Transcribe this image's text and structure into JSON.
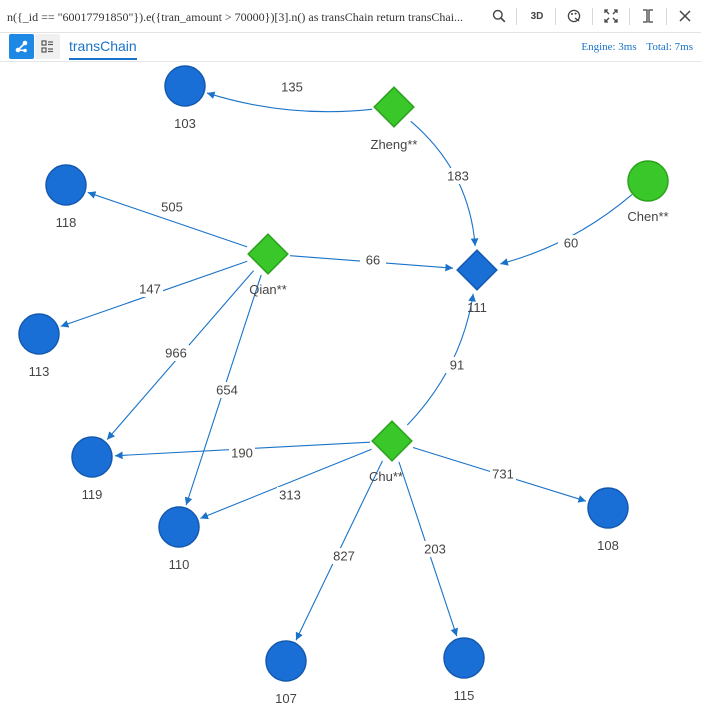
{
  "toolbar": {
    "query": "n({_id == \"60017791850\"}).e({tran_amount > 70000})[3].n() as transChain return transChai...",
    "tools": [
      {
        "icon": "search-icon"
      },
      {
        "icon": "3d-toggle",
        "label": "3D"
      },
      {
        "icon": "style-palette-icon"
      },
      {
        "icon": "fullscreen-icon"
      },
      {
        "icon": "collapse-panel-icon"
      },
      {
        "icon": "close-icon"
      }
    ]
  },
  "tabbar": {
    "tab_label": "transChain",
    "engine": "Engine: 3ms",
    "total": "Total: 7ms"
  },
  "graph": {
    "colors": {
      "account_node": "#1a6fd6",
      "person_node": "#3ac72a",
      "edge": "#1a73c8",
      "text": "#444444"
    },
    "nodes": [
      {
        "id": "103",
        "label": "103",
        "shape": "circle",
        "color": "#1a6fd6"
      },
      {
        "id": "118",
        "label": "118",
        "shape": "circle",
        "color": "#1a6fd6"
      },
      {
        "id": "113",
        "label": "113",
        "shape": "circle",
        "color": "#1a6fd6"
      },
      {
        "id": "119",
        "label": "119",
        "shape": "circle",
        "color": "#1a6fd6"
      },
      {
        "id": "110",
        "label": "110",
        "shape": "circle",
        "color": "#1a6fd6"
      },
      {
        "id": "107",
        "label": "107",
        "shape": "circle",
        "color": "#1a6fd6"
      },
      {
        "id": "115",
        "label": "115",
        "shape": "circle",
        "color": "#1a6fd6"
      },
      {
        "id": "108",
        "label": "108",
        "shape": "circle",
        "color": "#1a6fd6"
      },
      {
        "id": "111",
        "label": "111",
        "shape": "diamond",
        "color": "#1a6fd6"
      },
      {
        "id": "Zheng",
        "label": "Zheng**",
        "shape": "diamond",
        "color": "#3ac72a"
      },
      {
        "id": "Qian",
        "label": "Qian**",
        "shape": "diamond",
        "color": "#3ac72a"
      },
      {
        "id": "Chu",
        "label": "Chu**",
        "shape": "diamond",
        "color": "#3ac72a"
      },
      {
        "id": "Chen",
        "label": "Chen**",
        "shape": "circle",
        "color": "#3ac72a"
      }
    ],
    "edges": [
      {
        "from": "Zheng",
        "to": "103",
        "label": "135"
      },
      {
        "from": "Zheng",
        "to": "111",
        "label": "183"
      },
      {
        "from": "Chen",
        "to": "111",
        "label": "60"
      },
      {
        "from": "Qian",
        "to": "118",
        "label": "505"
      },
      {
        "from": "Qian",
        "to": "111",
        "label": "66"
      },
      {
        "from": "Qian",
        "to": "113",
        "label": "147"
      },
      {
        "from": "Qian",
        "to": "119",
        "label": "966"
      },
      {
        "from": "Qian",
        "to": "110",
        "label": "654"
      },
      {
        "from": "Chu",
        "to": "111",
        "label": "91"
      },
      {
        "from": "Chu",
        "to": "119",
        "label": "190"
      },
      {
        "from": "Chu",
        "to": "110",
        "label": "313"
      },
      {
        "from": "Chu",
        "to": "108",
        "label": "731"
      },
      {
        "from": "Chu",
        "to": "107",
        "label": "827"
      },
      {
        "from": "Chu",
        "to": "115",
        "label": "203"
      }
    ]
  }
}
